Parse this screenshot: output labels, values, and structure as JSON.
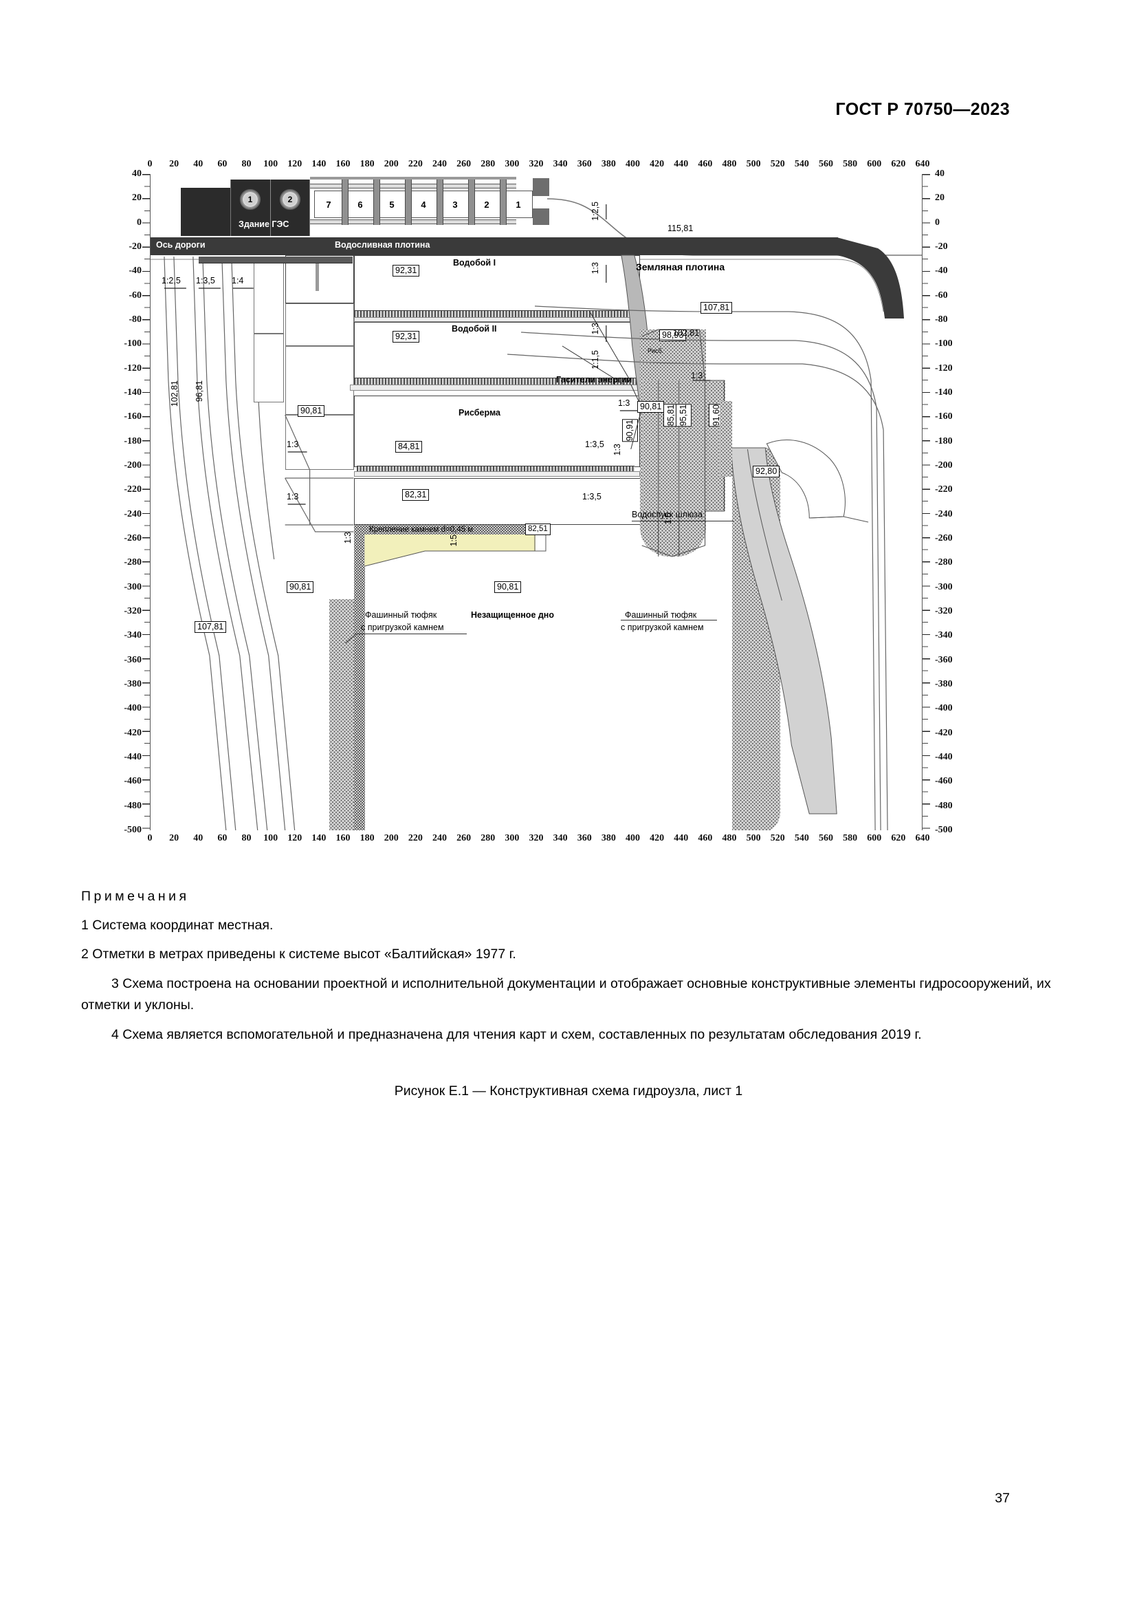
{
  "document": {
    "standard_header": "ГОСТ Р 70750—2023",
    "page_number": "37"
  },
  "figure": {
    "caption": "Рисунок Е.1 — Конструктивная схема гидроузла, лист 1",
    "axes": {
      "x_ticks": [
        "0",
        "20",
        "40",
        "60",
        "80",
        "100",
        "120",
        "140",
        "160",
        "180",
        "200",
        "220",
        "240",
        "260",
        "280",
        "300",
        "320",
        "340",
        "360",
        "380",
        "400",
        "420",
        "440",
        "460",
        "480",
        "500",
        "520",
        "540",
        "560",
        "580",
        "600",
        "620",
        "640"
      ],
      "y_ticks": [
        "40",
        "20",
        "0",
        "-20",
        "-40",
        "-60",
        "-80",
        "-100",
        "-120",
        "-140",
        "-160",
        "-180",
        "-200",
        "-220",
        "-240",
        "-260",
        "-280",
        "-300",
        "-320",
        "-340",
        "-360",
        "-380",
        "-400",
        "-420",
        "-440",
        "-460",
        "-480",
        "-500"
      ],
      "x_min": 0,
      "x_max": 640,
      "y_min": -500,
      "y_max": 40
    },
    "structures": {
      "road_axis": "Ось дороги",
      "ges_building": "Здание ГЭС",
      "spillway_dam": "Водосливная плотина",
      "earth_dam": "Земляная плотина",
      "stilling_basin_1": "Водобой I",
      "stilling_basin_2": "Водобой II",
      "risberma": "Рисберма",
      "energy_dissipators": "Гасители энергии",
      "unprotected_bed": "Незащищенное дно",
      "sluice_outlet": "Водоспуск шлюза",
      "stone_revetment": "Крепление камнем d=0,45 м",
      "fascine_mattress_left_line1": "Фашинный тюфяк",
      "fascine_mattress_left_line2": "с пригрузкой камнем",
      "fascine_mattress_right_line1": "Фашинный тюфяк",
      "fascine_mattress_right_line2": "с пригрузкой камнем",
      "risb_small": "Рисб."
    },
    "turbines": [
      "1",
      "2"
    ],
    "gates": [
      "7",
      "6",
      "5",
      "4",
      "3",
      "2",
      "1"
    ],
    "elevations": {
      "crest_115": "115,81",
      "earth_dam_107": "107,81",
      "earth_dam_102": "102,81",
      "left_107": "107,81",
      "left_102_vert": "102,81",
      "left_96_vert": "96,81",
      "left_90_upper": "90,81",
      "left_90_lower": "90,81",
      "basin1": "92,31",
      "basin2": "92,31",
      "risberma": "84,81",
      "apron_82_31": "82,31",
      "stone_82_51": "82,51",
      "right_90_81": "90,81",
      "bed_90_81": "90,81",
      "dissip_98_93": "98,93",
      "dissip_85_81": "85,81",
      "dissip_95_51": "95,51",
      "dissip_91_60": "91,60",
      "dissip_90_91": "90,91",
      "sluice_92_80": "92,80"
    },
    "slopes": {
      "s1": "1:2,5",
      "s2": "1:3,5",
      "s3": "1:4",
      "s4": "1:2,5",
      "s5": "1:3",
      "s6": "1:3",
      "s7": "1:1,5",
      "s8": "1:3",
      "s9": "1:3",
      "s10": "1:3",
      "s11": "1:3",
      "s12": "1:3,5",
      "s13": "1:5",
      "s14": "1:5",
      "s15": "1:3",
      "s16": "1:3,5",
      "s17": "1:3"
    }
  },
  "notes": {
    "heading": "Примечания",
    "items": [
      "1 Система координат местная.",
      "2 Отметки в метрах приведены к системе высот «Балтийская» 1977 г.",
      "3 Схема построена на основании проектной и исполнительной документации и отображает основные конструктивные элементы гидросооружений, их отметки и уклоны.",
      "4 Схема является вспомогательной и предназначена для чтения карт и схем, составленных по результатам обследования 2019 г."
    ]
  }
}
